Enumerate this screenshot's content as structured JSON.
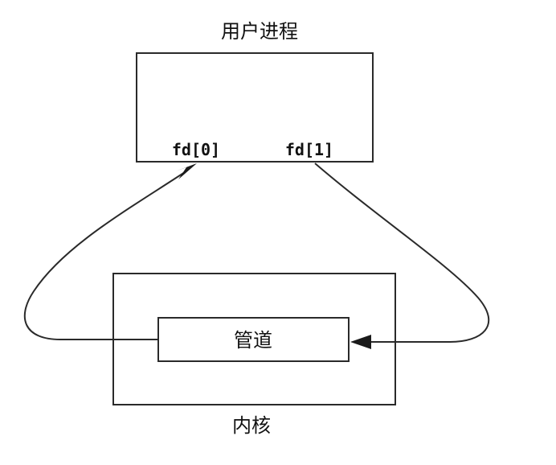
{
  "diagram": {
    "user_process": {
      "title": "用户进程",
      "fd0": "fd[0]",
      "fd1": "fd[1]"
    },
    "kernel": {
      "title": "内核",
      "pipe": "管道"
    }
  }
}
